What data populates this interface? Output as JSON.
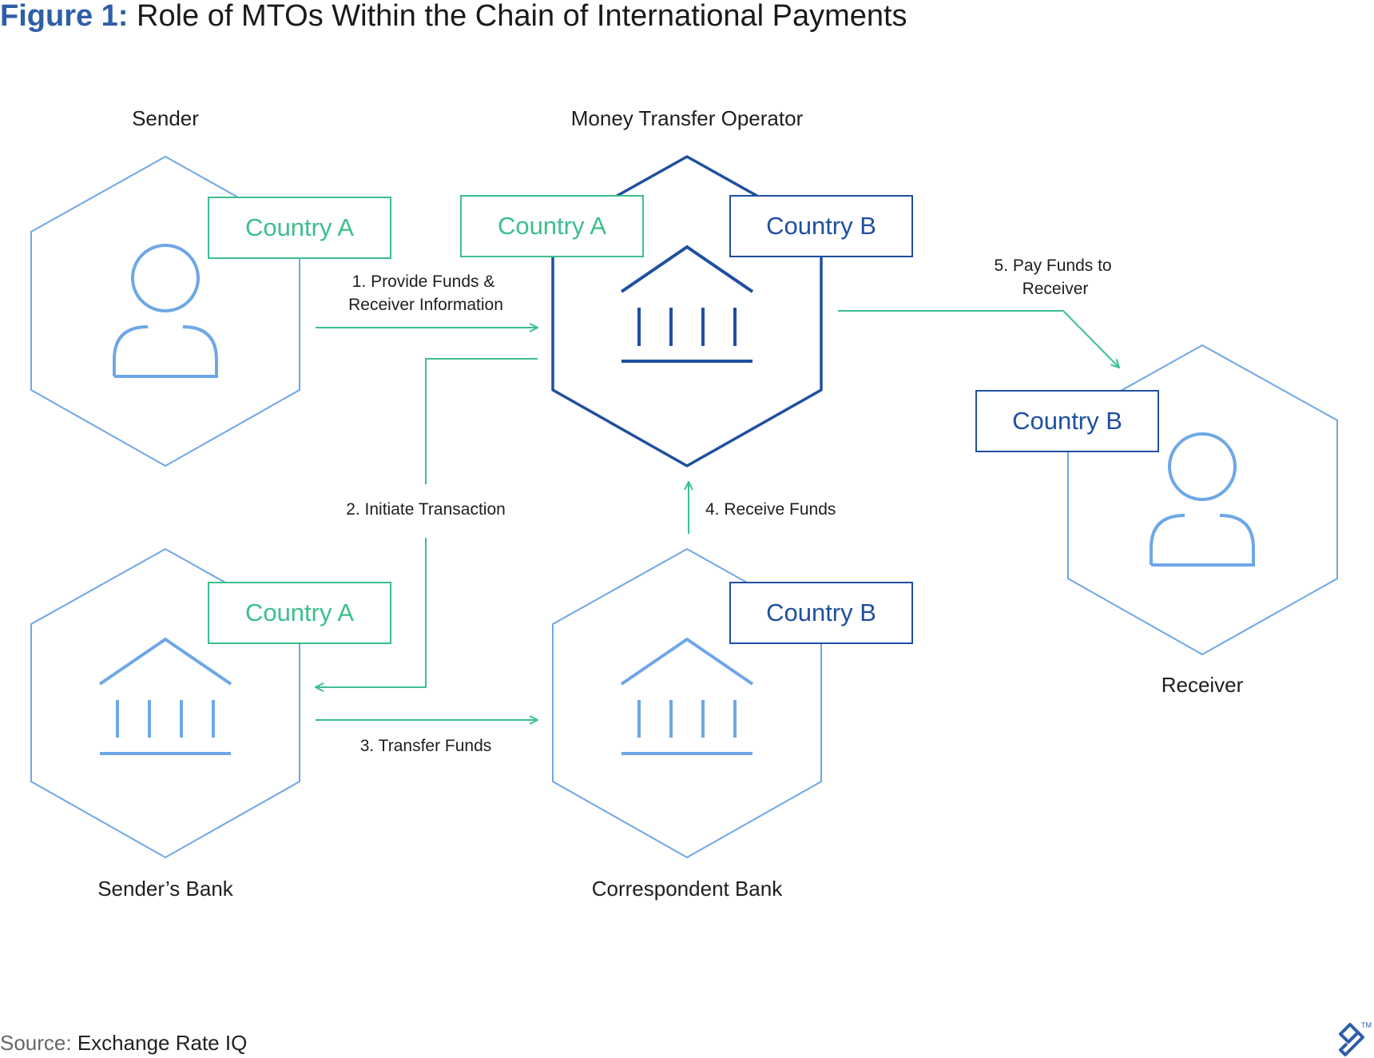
{
  "figure": {
    "number": "Figure 1:",
    "title": "Role of MTOs Within the Chain of International Payments"
  },
  "nodes": {
    "sender": {
      "label": "Sender",
      "country": "Country A"
    },
    "mto": {
      "label": "Money Transfer Operator",
      "countries": [
        "Country A",
        "Country B"
      ]
    },
    "receiver": {
      "label": "Receiver",
      "country": "Country B"
    },
    "senders_bank": {
      "label": "Sender’s Bank",
      "country": "Country A"
    },
    "correspondent_bank": {
      "label": "Correspondent Bank",
      "country": "Country B"
    }
  },
  "steps": {
    "step1": [
      "1. Provide Funds &",
      "Receiver Information"
    ],
    "step2": "2. Initiate Transaction",
    "step3": "3. Transfer Funds",
    "step4": "4. Receive Funds",
    "step5": [
      "5. Pay Funds to",
      "Receiver"
    ]
  },
  "source": {
    "prefix": "Source:",
    "text": "Exchange Rate IQ"
  },
  "colors": {
    "title_blue": "#2e5ea8",
    "light_blue": "#6ea7e6",
    "dark_blue": "#1f4fa0",
    "green": "#3cbf8c",
    "text": "#1e1e1e"
  }
}
